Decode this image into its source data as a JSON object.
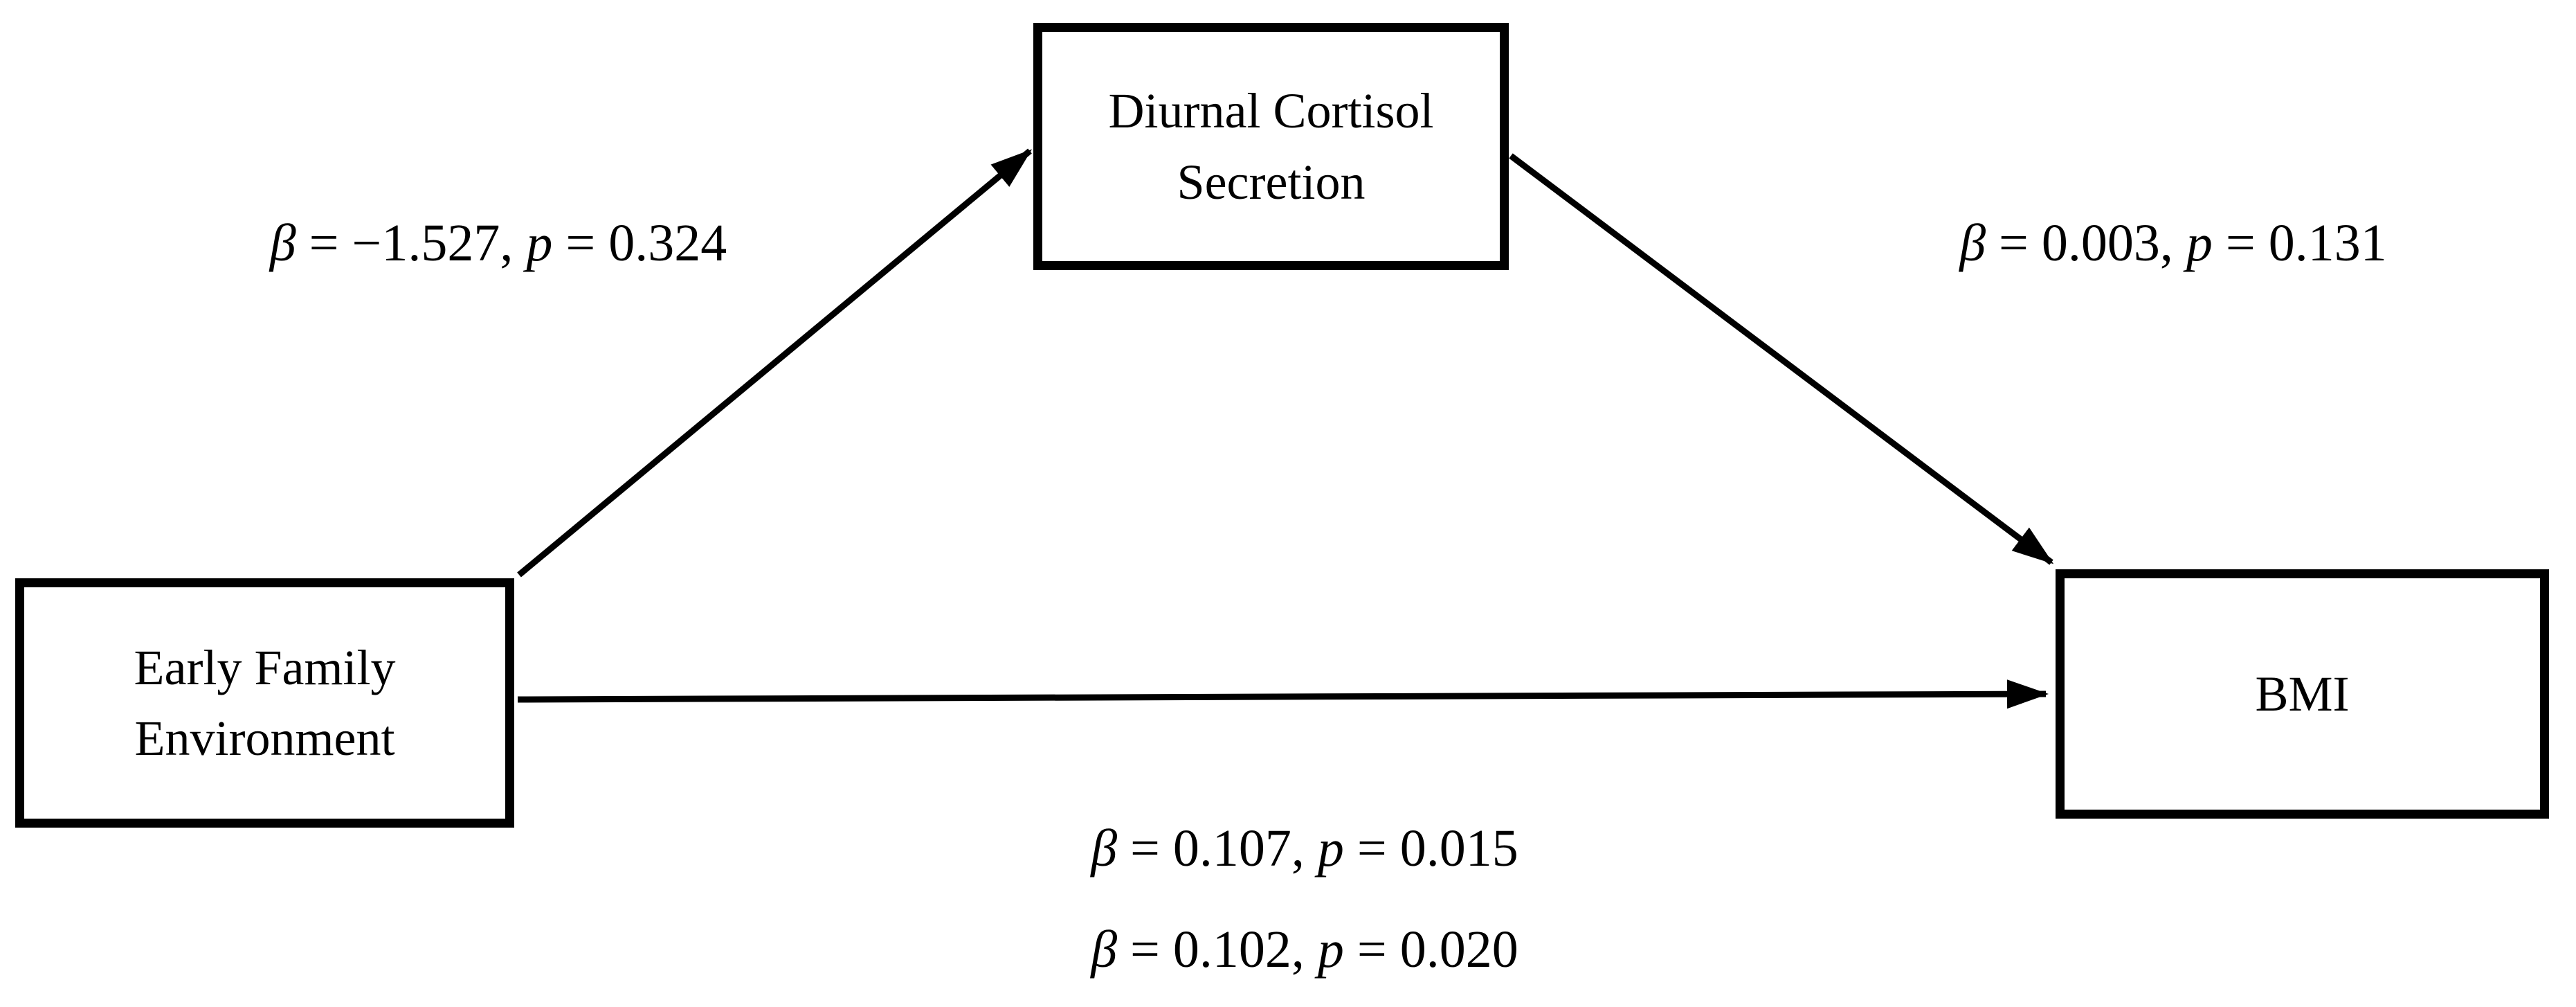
{
  "colors": {
    "background": "#ffffff",
    "line": "#000000",
    "text": "#000000"
  },
  "nodes": {
    "mediator": {
      "lines": [
        "Diurnal Cortisol",
        "Secretion"
      ]
    },
    "predictor": {
      "lines": [
        "Early Family",
        "Environment"
      ]
    },
    "outcome": {
      "lines": [
        "BMI"
      ]
    }
  },
  "path_labels": {
    "a": {
      "beta": "β",
      "beta_val": " = −1.527, ",
      "p": "p",
      "p_val": " = 0.324"
    },
    "b": {
      "beta": "β",
      "beta_val": " = 0.003, ",
      "p": "p",
      "p_val": " = 0.131"
    },
    "c1": {
      "beta": "β",
      "beta_val": " = 0.107, ",
      "p": "p",
      "p_val": " = 0.015"
    },
    "c2": {
      "beta": "β",
      "beta_val": " = 0.102, ",
      "p": "p",
      "p_val": " = 0.020"
    }
  }
}
